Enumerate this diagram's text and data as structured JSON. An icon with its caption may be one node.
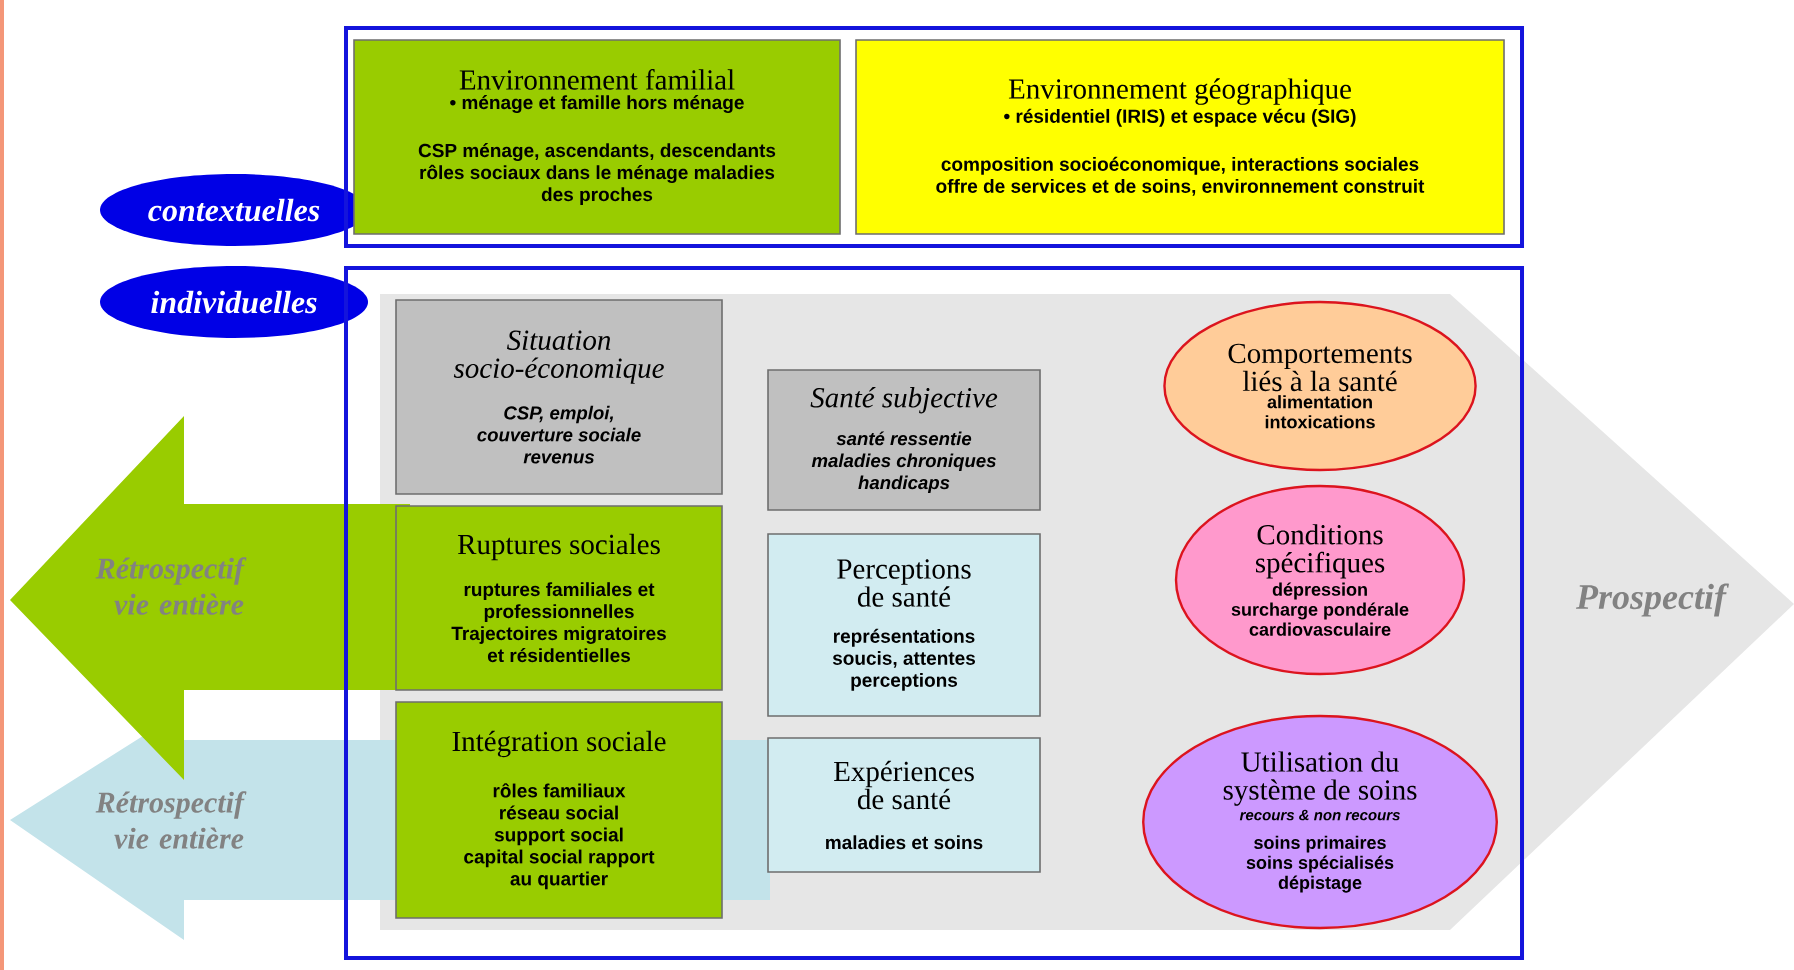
{
  "diagram": {
    "nodes": [
      {
        "text": [
          "contextuelles"
        ]
      },
      {
        "text": [
          "Environnement familial",
          "• ménage et famille hors ménage",
          "CSP ménage, ascendants, descendants rôles sociaux dans le ménage maladies des proches"
        ],
        "in": 0
      },
      {
        "text": [
          "Environnement géographique",
          "• résidentiel (IRIS) et espace vécu (SIG)",
          "composition socioéconomique, interactions sociales offre de services et de soins, environnement construit"
        ],
        "in": 0
      },
      {
        "text": [
          "individuelles"
        ]
      },
      {
        "text": [
          "Prospectif"
        ]
      },
      {
        "text": [
          "Rétrospectif vie entière"
        ]
      },
      {
        "text": [
          "Rétrospectif vie entière"
        ]
      },
      {
        "text": [
          "Situation socio-économique",
          "CSP, emploi, couverture sociale revenus"
        ],
        "in": 3
      },
      {
        "text": [
          "Ruptures sociales",
          "ruptures familiales et professionnelles Trajectoires migratoires et résidentielles"
        ],
        "in": 3
      },
      {
        "text": [
          "Intégration sociale",
          "rôles familiaux réseau social support social capital social rapport au quartier"
        ]
      },
      {
        "text": [
          "Santé subjective",
          "santé ressentie maladies chroniques handicaps"
        ],
        "in": 3
      },
      {
        "text": [
          "Perceptions de santé",
          "représentations soucis, attentes perceptions"
        ],
        "in": 3
      },
      {
        "text": [
          "Expériences de santé",
          "maladies et soins"
        ],
        "in": 3
      },
      {
        "text": [
          "Comportements liés à la santé",
          "alimentation intoxications"
        ],
        "in": 3
      },
      {
        "text": [
          "Conditions spécifiques",
          "dépression surcharge pondérale cardiovasculaire"
        ],
        "in": 3
      },
      {
        "text": [
          "Utilisation du système de soins",
          "recours & non recours",
          "soins primaires soins spécialisés dépistage"
        ],
        "in": 3
      }
    ]
  }
}
